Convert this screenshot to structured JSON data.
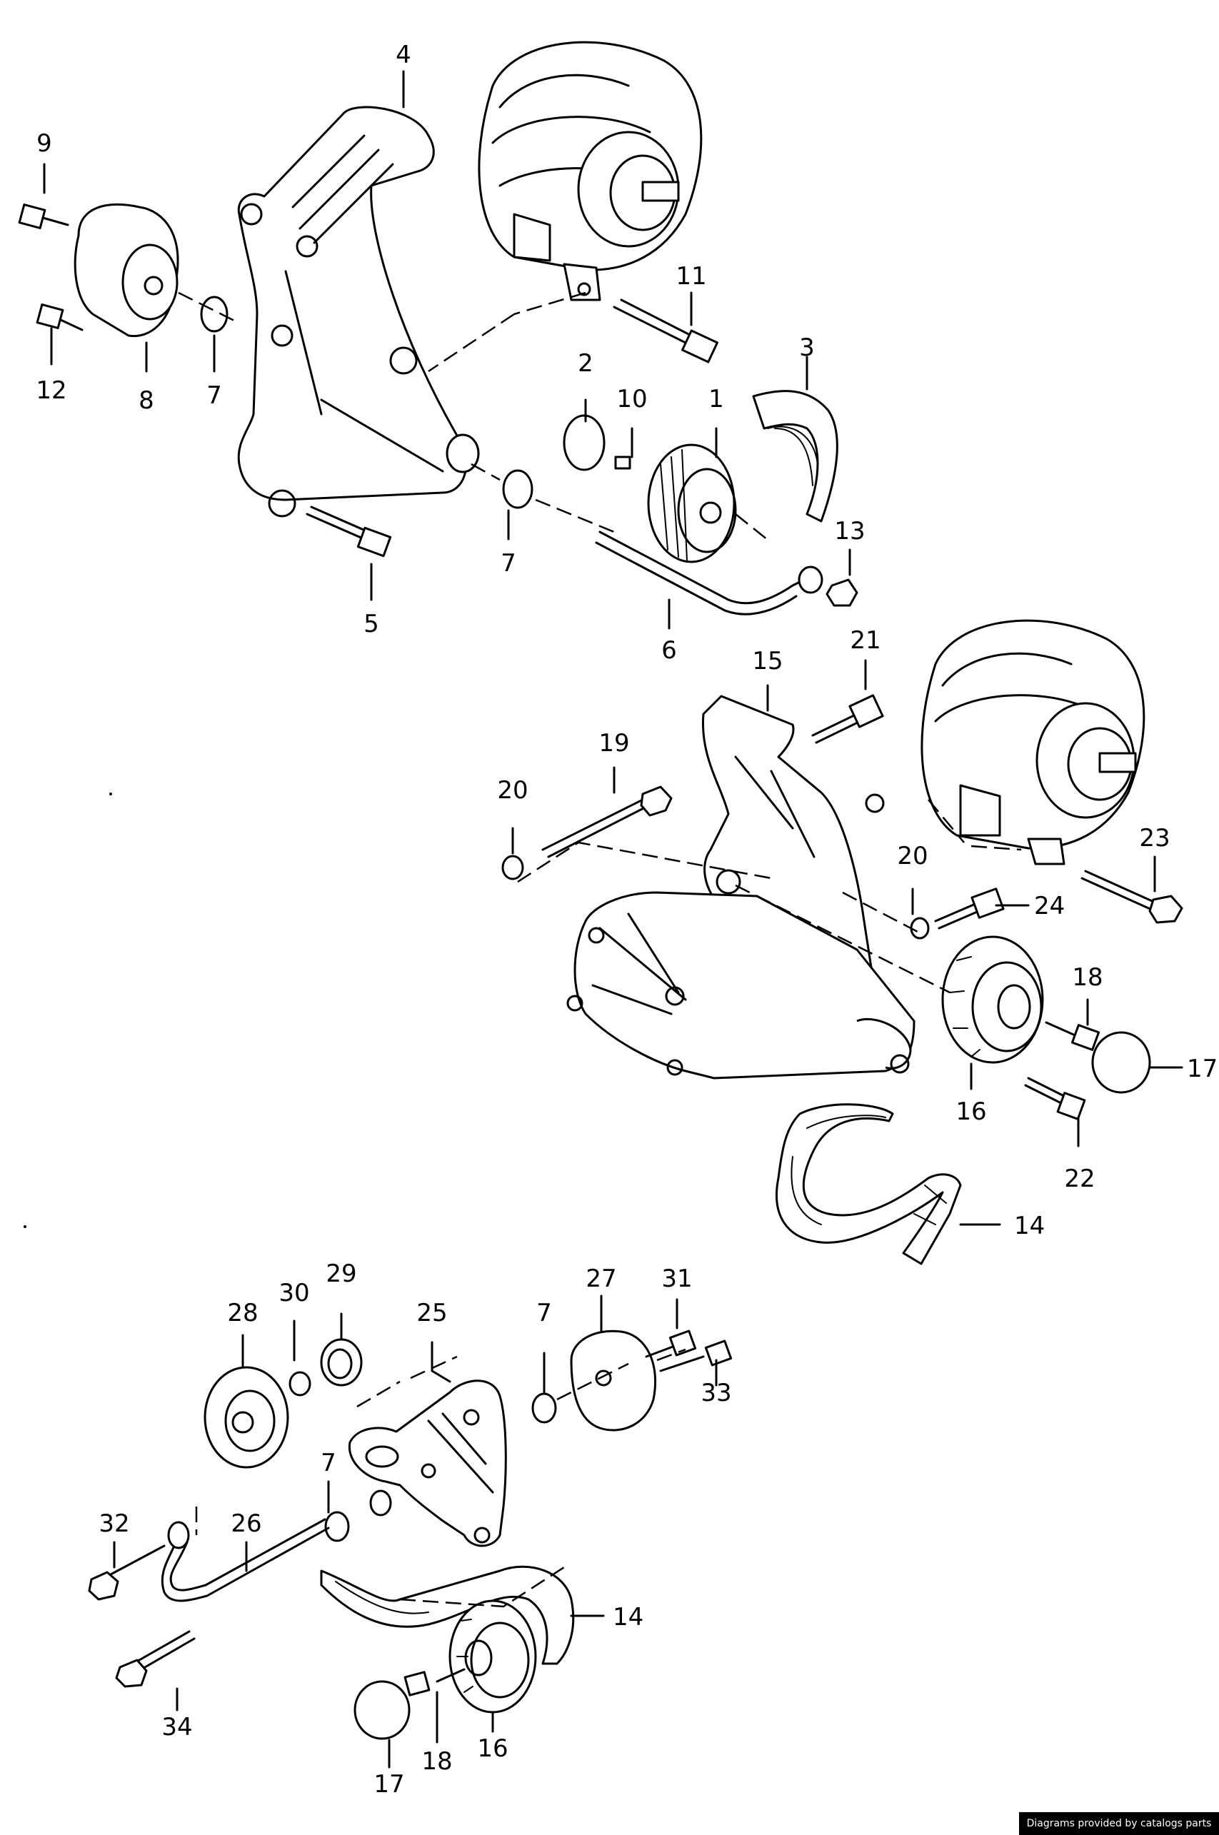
{
  "diagram": {
    "callouts": [
      {
        "id": "c9",
        "text": "9"
      },
      {
        "id": "c12",
        "text": "12"
      },
      {
        "id": "c8",
        "text": "8"
      },
      {
        "id": "c7a",
        "text": "7"
      },
      {
        "id": "c4",
        "text": "4"
      },
      {
        "id": "c11",
        "text": "11"
      },
      {
        "id": "c2",
        "text": "2"
      },
      {
        "id": "c10",
        "text": "10"
      },
      {
        "id": "c1",
        "text": "1"
      },
      {
        "id": "c3",
        "text": "3"
      },
      {
        "id": "c13",
        "text": "13"
      },
      {
        "id": "c7b",
        "text": "7"
      },
      {
        "id": "c5",
        "text": "5"
      },
      {
        "id": "c6",
        "text": "6"
      },
      {
        "id": "c21",
        "text": "21"
      },
      {
        "id": "c15",
        "text": "15"
      },
      {
        "id": "c19",
        "text": "19"
      },
      {
        "id": "c20a",
        "text": "20"
      },
      {
        "id": "c23",
        "text": "23"
      },
      {
        "id": "c20b",
        "text": "20"
      },
      {
        "id": "c24",
        "text": "24"
      },
      {
        "id": "c18a",
        "text": "18"
      },
      {
        "id": "c17a",
        "text": "17"
      },
      {
        "id": "c16a",
        "text": "16"
      },
      {
        "id": "c22",
        "text": "22"
      },
      {
        "id": "c14a",
        "text": "14"
      },
      {
        "id": "c31",
        "text": "31"
      },
      {
        "id": "c30",
        "text": "30"
      },
      {
        "id": "c29",
        "text": "29"
      },
      {
        "id": "c28",
        "text": "28"
      },
      {
        "id": "c25",
        "text": "25"
      },
      {
        "id": "c7c",
        "text": "7"
      },
      {
        "id": "c27",
        "text": "27"
      },
      {
        "id": "c33",
        "text": "33"
      },
      {
        "id": "c7d",
        "text": "7"
      },
      {
        "id": "c32",
        "text": "32"
      },
      {
        "id": "c26",
        "text": "26"
      },
      {
        "id": "c14b",
        "text": "14"
      },
      {
        "id": "c34",
        "text": "34"
      },
      {
        "id": "c16b",
        "text": "16"
      },
      {
        "id": "c18b",
        "text": "18"
      },
      {
        "id": "c17b",
        "text": "17"
      }
    ]
  },
  "footer": {
    "credit": "Diagrams provided by catalogs parts"
  }
}
